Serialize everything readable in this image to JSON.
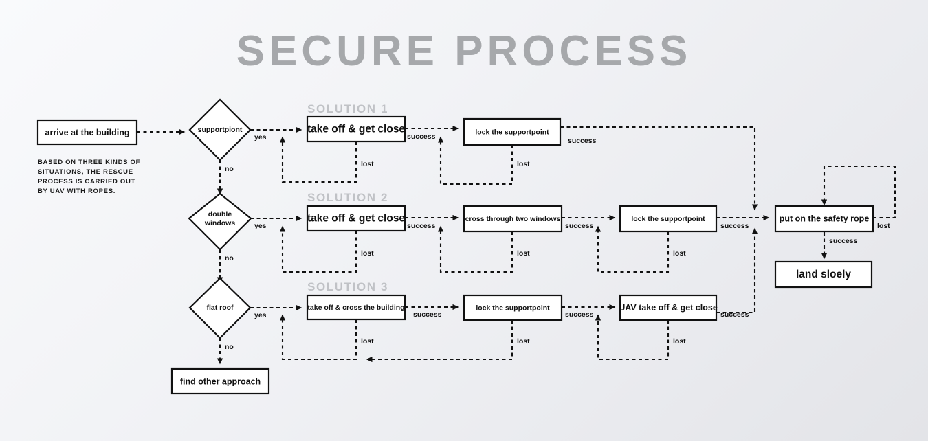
{
  "page": {
    "title": "SECURE PROCESS",
    "background_from": "#f9fafc",
    "background_to": "#e3e4e8",
    "title_color": "#a6a8ab",
    "ink_color": "#111111"
  },
  "caption": {
    "lines": [
      "BASED ON THREE KINDS OF",
      "SITUATIONS, THE RESCUE",
      "PROCESS IS CARRIED OUT",
      "BY UAV WITH ROPES."
    ]
  },
  "section_labels": [
    {
      "id": "solution-1",
      "text": "SOLUTION 1"
    },
    {
      "id": "solution-2",
      "text": "SOLUTION 2"
    },
    {
      "id": "solution-3",
      "text": "SOLUTION 3"
    }
  ],
  "nodes": {
    "start": {
      "label": "arrive at  the building",
      "shape": "box"
    },
    "decision_supportpoint": {
      "label": "supportpiont",
      "shape": "diamond"
    },
    "decision_double_windows_1": {
      "label": "double",
      "shape": "diamond"
    },
    "decision_double_windows_2": {
      "label": "windows",
      "shape": "diamond"
    },
    "decision_flat_roof": {
      "label": "flat roof",
      "shape": "diamond"
    },
    "find_other_approach": {
      "label": "find other approach",
      "shape": "box"
    },
    "s1_step1": {
      "label": "take off & get close",
      "shape": "box"
    },
    "s1_step2": {
      "label": "lock the supportpoint",
      "shape": "box"
    },
    "s2_step1": {
      "label": "take off & get close",
      "shape": "box"
    },
    "s2_step2": {
      "label": "cross through two windows",
      "shape": "box"
    },
    "s2_step3": {
      "label": "lock the supportpoint",
      "shape": "box"
    },
    "s3_step1": {
      "label": "take off & cross the building",
      "shape": "box"
    },
    "s3_step2": {
      "label": "lock the supportpoint",
      "shape": "box"
    },
    "s3_step3": {
      "label": "UAV take off & get close",
      "shape": "box"
    },
    "safety_rope": {
      "label": "put on the safety rope",
      "shape": "box"
    },
    "land": {
      "label": "land sloely",
      "shape": "box"
    }
  },
  "edge_labels": {
    "yes_1": "yes",
    "yes_2": "yes",
    "yes_3": "yes",
    "no_1": "no",
    "no_2": "no",
    "no_3": "no",
    "s1_success_1": "success",
    "s1_success_2": "success",
    "s1_lost_1": "lost",
    "s1_lost_2": "lost",
    "s2_success_1": "success",
    "s2_success_2": "success",
    "s2_success_3": "success",
    "s2_lost_1": "lost",
    "s2_lost_2": "lost",
    "s2_lost_3": "lost",
    "s3_success_1": "success",
    "s3_success_2": "success",
    "s3_success_3": "success",
    "s3_lost_1": "lost",
    "s3_lost_2": "lost",
    "s3_lost_3": "lost",
    "rope_lost": "lost",
    "rope_success": "success"
  }
}
